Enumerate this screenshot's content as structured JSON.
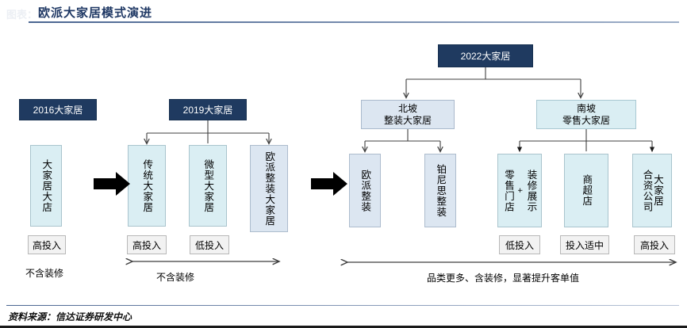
{
  "header": {
    "title": "欧派大家居模式演进",
    "ghost": "图表：",
    "accent": "#1f3864"
  },
  "footer": {
    "source": "资料来源：信达证券研发中心"
  },
  "colors": {
    "header_box": "#1f3a60",
    "mid_box": "#dce6f1",
    "leaf_cyan": "#daeef3",
    "leaf_steel": "#dce6f1",
    "tag_box": "#f2f2f2",
    "connector": "#3f3f3f",
    "block_arrow": "#000000"
  },
  "stages": [
    {
      "id": "stage-2016",
      "header": "2016大家居",
      "nodes": [
        {
          "id": "node-dajiaju-dadian",
          "cols": [
            "大家居大店"
          ],
          "tone": "cyan"
        }
      ],
      "tags": [
        {
          "id": "tag-2016-high",
          "label": "高投入"
        }
      ],
      "caption": "不含装修",
      "caption_has_arrow": false
    },
    {
      "id": "stage-2019",
      "header": "2019大家居",
      "nodes": [
        {
          "id": "node-chuantong",
          "cols": [
            "传统大家居"
          ],
          "tone": "cyan"
        },
        {
          "id": "node-weixing",
          "cols": [
            "微型大家居"
          ],
          "tone": "cyan"
        },
        {
          "id": "node-oupai-zhengzhuang",
          "cols": [
            "欧派整装大家居"
          ],
          "tone": "steel"
        }
      ],
      "tags": [
        {
          "id": "tag-2019-high",
          "label": "高投入"
        },
        {
          "id": "tag-2019-low",
          "label": "低投入"
        }
      ],
      "caption": "不含装修",
      "caption_has_arrow": true
    },
    {
      "id": "stage-2022",
      "header": "2022大家居",
      "branches": [
        {
          "id": "branch-beipo",
          "title": "北坡",
          "subtitle": "整装大家居",
          "tone": "steel",
          "nodes": [
            {
              "id": "node-oupai-zz",
              "cols": [
                "欧派整装"
              ],
              "tone": "steel"
            },
            {
              "id": "node-bonisi-zz",
              "cols": [
                "铂尼思整装"
              ],
              "tone": "steel"
            }
          ],
          "tags": []
        },
        {
          "id": "branch-nanpo",
          "title": "南坡",
          "subtitle": "零售大家居",
          "tone": "cyan",
          "nodes": [
            {
              "id": "node-lingshou-zhuangxiu",
              "cols": [
                "装修展示",
                "零售门店"
              ],
              "plus": "+",
              "tone": "cyan"
            },
            {
              "id": "node-shangchao",
              "cols": [
                "商超店"
              ],
              "tone": "cyan"
            },
            {
              "id": "node-hezi-gongsi",
              "cols": [
                "大家居",
                "合资公司"
              ],
              "tone": "cyan"
            }
          ],
          "tags": [
            {
              "id": "tag-2022-low",
              "label": "低投入"
            },
            {
              "id": "tag-2022-mid",
              "label": "投入适中"
            },
            {
              "id": "tag-2022-high",
              "label": "高投入"
            }
          ]
        }
      ],
      "caption": "品类更多、含装修，显著提升客单值",
      "caption_has_arrow": true
    }
  ]
}
